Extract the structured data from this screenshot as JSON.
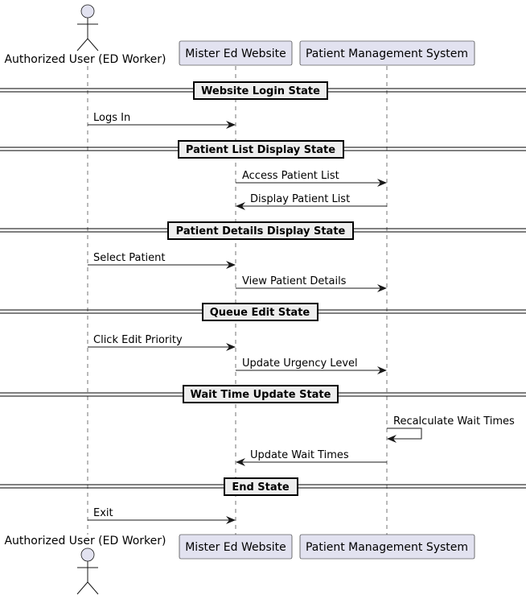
{
  "participants": [
    {
      "id": "user",
      "label": "Authorized User (ED Worker)",
      "kind": "actor"
    },
    {
      "id": "web",
      "label": "Mister Ed Website",
      "kind": "participant"
    },
    {
      "id": "pms",
      "label": "Patient Management System",
      "kind": "participant"
    }
  ],
  "dividers": [
    {
      "label": "Website Login State"
    },
    {
      "label": "Patient List Display State"
    },
    {
      "label": "Patient Details Display State"
    },
    {
      "label": "Queue Edit State"
    },
    {
      "label": "Wait Time Update State"
    },
    {
      "label": "End State"
    }
  ],
  "messages": [
    {
      "from": "user",
      "to": "web",
      "label": "Logs In"
    },
    {
      "from": "web",
      "to": "pms",
      "label": "Access Patient List"
    },
    {
      "from": "pms",
      "to": "web",
      "label": "Display Patient List"
    },
    {
      "from": "user",
      "to": "web",
      "label": "Select Patient"
    },
    {
      "from": "web",
      "to": "pms",
      "label": "View Patient Details"
    },
    {
      "from": "user",
      "to": "web",
      "label": "Click Edit Priority"
    },
    {
      "from": "web",
      "to": "pms",
      "label": "Update Urgency Level"
    },
    {
      "from": "pms",
      "to": "pms",
      "label": "Recalculate Wait Times"
    },
    {
      "from": "pms",
      "to": "web",
      "label": "Update Wait Times"
    },
    {
      "from": "user",
      "to": "web",
      "label": "Exit"
    }
  ],
  "colors": {
    "participant_fill": "#E2E2F0",
    "line": "#181818",
    "divider_fill": "#EEEEEE"
  }
}
